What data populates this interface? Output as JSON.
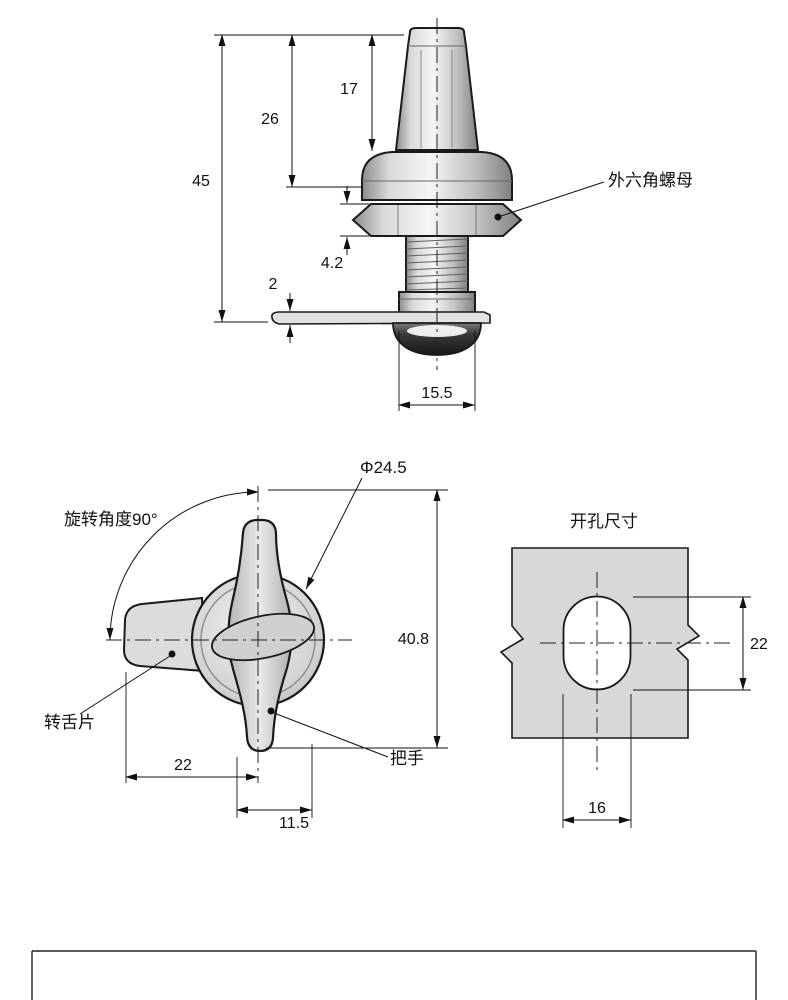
{
  "drawing": {
    "side_view": {
      "dim_45": "45",
      "dim_26": "26",
      "dim_17": "17",
      "dim_4_2": "4.2",
      "dim_2": "2",
      "dim_15_5": "15.5",
      "hex_nut_label": "外六角螺母"
    },
    "front_view": {
      "rotation_label": "旋转角度90°",
      "diameter_label": "Φ24.5",
      "dim_40_8": "40.8",
      "dim_22": "22",
      "dim_11_5": "11.5",
      "cam_label": "转舌片",
      "handle_label": "把手"
    },
    "cutout_view": {
      "title": "开孔尺寸",
      "dim_22": "22",
      "dim_16": "16"
    },
    "colors": {
      "line": "#1a1a1a",
      "metal_light": "#f5f5f5",
      "metal_mid": "#c0c0c0",
      "metal_dark": "#808080",
      "panel_fill": "#d8d8d8"
    }
  }
}
